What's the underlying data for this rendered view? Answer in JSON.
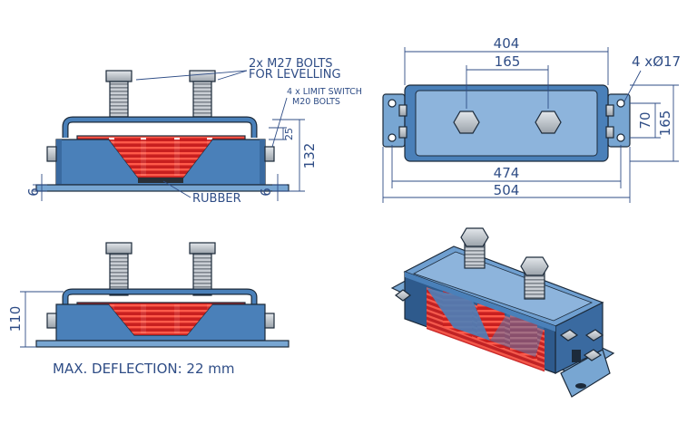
{
  "annotations": {
    "bolts_m27_line1": "2x M27 BOLTS",
    "bolts_m27_line2": "FOR LEVELLING",
    "limit_switch_line1": "4 x LIMIT SWITCH",
    "limit_switch_line2": "M20 BOLTS",
    "rubber": "RUBBER",
    "max_deflection": "MAX. DEFLECTION: 22 mm"
  },
  "dimensions": {
    "side_height": "132",
    "side_offset": "25",
    "base_left": "6",
    "base_right": "6",
    "top_width": "404",
    "bolt_spacing": "165",
    "hole_spec": "4 xØ17",
    "hole_spacing_v": "70",
    "total_height_top": "165",
    "hole_span": "474",
    "total_length": "504",
    "compressed_height": "110"
  },
  "colors": {
    "housing": "#4a80b9",
    "spring": "#e02a2a",
    "dimension": "#2f4d86"
  }
}
